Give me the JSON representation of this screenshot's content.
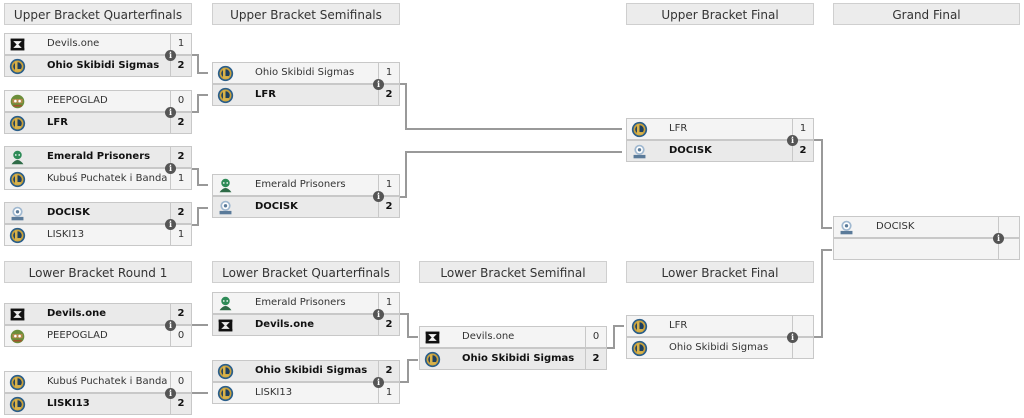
{
  "colors": {
    "header_bg": "#ececec",
    "row_bg": "#f4f4f4",
    "winner_bg": "#eaeaea",
    "border": "#c8c8c8",
    "connector": "#999999",
    "info_icon": "#555555"
  },
  "rounds": {
    "ubqf": "Upper Bracket Quarterfinals",
    "ubsf": "Upper Bracket Semifinals",
    "ubf": "Upper Bracket Final",
    "gf": "Grand Final",
    "lbr1": "Lower Bracket Round 1",
    "lbqf": "Lower Bracket Quarterfinals",
    "lbsf": "Lower Bracket Semifinal",
    "lbf": "Lower Bracket Final"
  },
  "matches": {
    "ubqf1": {
      "team1": {
        "name": "Devils.one",
        "score": "1",
        "logo": "devils-logo-icon"
      },
      "team2": {
        "name": "Ohio Skibidi Sigmas",
        "score": "2",
        "logo": "league-logo-icon"
      }
    },
    "ubqf2": {
      "team1": {
        "name": "PEEPOGLAD",
        "score": "0",
        "logo": "peepo-logo-icon"
      },
      "team2": {
        "name": "LFR",
        "score": "2",
        "logo": "league-logo-icon"
      }
    },
    "ubqf3": {
      "team1": {
        "name": "Emerald Prisoners",
        "score": "2",
        "logo": "emerald-logo-icon"
      },
      "team2": {
        "name": "Kubuś Puchatek i Banda",
        "score": "1",
        "logo": "league-logo-icon"
      }
    },
    "ubqf4": {
      "team1": {
        "name": "DOCISK",
        "score": "2",
        "logo": "docisk-logo-icon"
      },
      "team2": {
        "name": "LISKI13",
        "score": "1",
        "logo": "league-logo-icon"
      }
    },
    "ubsf1": {
      "team1": {
        "name": "Ohio Skibidi Sigmas",
        "score": "1",
        "logo": "league-logo-icon"
      },
      "team2": {
        "name": "LFR",
        "score": "2",
        "logo": "league-logo-icon"
      }
    },
    "ubsf2": {
      "team1": {
        "name": "Emerald Prisoners",
        "score": "1",
        "logo": "emerald-logo-icon"
      },
      "team2": {
        "name": "DOCISK",
        "score": "2",
        "logo": "docisk-logo-icon"
      }
    },
    "ubf": {
      "team1": {
        "name": "LFR",
        "score": "1",
        "logo": "league-logo-icon"
      },
      "team2": {
        "name": "DOCISK",
        "score": "2",
        "logo": "docisk-logo-icon"
      }
    },
    "gf": {
      "team1": {
        "name": "DOCISK",
        "score": "",
        "logo": "docisk-logo-icon"
      },
      "team2": {
        "name": "",
        "score": "",
        "logo": ""
      }
    },
    "lbr1a": {
      "team1": {
        "name": "Devils.one",
        "score": "2",
        "logo": "devils-logo-icon"
      },
      "team2": {
        "name": "PEEPOGLAD",
        "score": "0",
        "logo": "peepo-logo-icon"
      }
    },
    "lbr1b": {
      "team1": {
        "name": "Kubuś Puchatek i Banda",
        "score": "0",
        "logo": "league-logo-icon"
      },
      "team2": {
        "name": "LISKI13",
        "score": "2",
        "logo": "league-logo-icon"
      }
    },
    "lbqf1": {
      "team1": {
        "name": "Emerald Prisoners",
        "score": "1",
        "logo": "emerald-logo-icon"
      },
      "team2": {
        "name": "Devils.one",
        "score": "2",
        "logo": "devils-logo-icon"
      }
    },
    "lbqf2": {
      "team1": {
        "name": "Ohio Skibidi Sigmas",
        "score": "2",
        "logo": "league-logo-icon"
      },
      "team2": {
        "name": "LISKI13",
        "score": "1",
        "logo": "league-logo-icon"
      }
    },
    "lbsf": {
      "team1": {
        "name": "Devils.one",
        "score": "0",
        "logo": "devils-logo-icon"
      },
      "team2": {
        "name": "Ohio Skibidi Sigmas",
        "score": "2",
        "logo": "league-logo-icon"
      }
    },
    "lbf": {
      "team1": {
        "name": "LFR",
        "score": "",
        "logo": "league-logo-icon"
      },
      "team2": {
        "name": "Ohio Skibidi Sigmas",
        "score": "",
        "logo": "league-logo-icon"
      }
    }
  },
  "info_label": "i"
}
